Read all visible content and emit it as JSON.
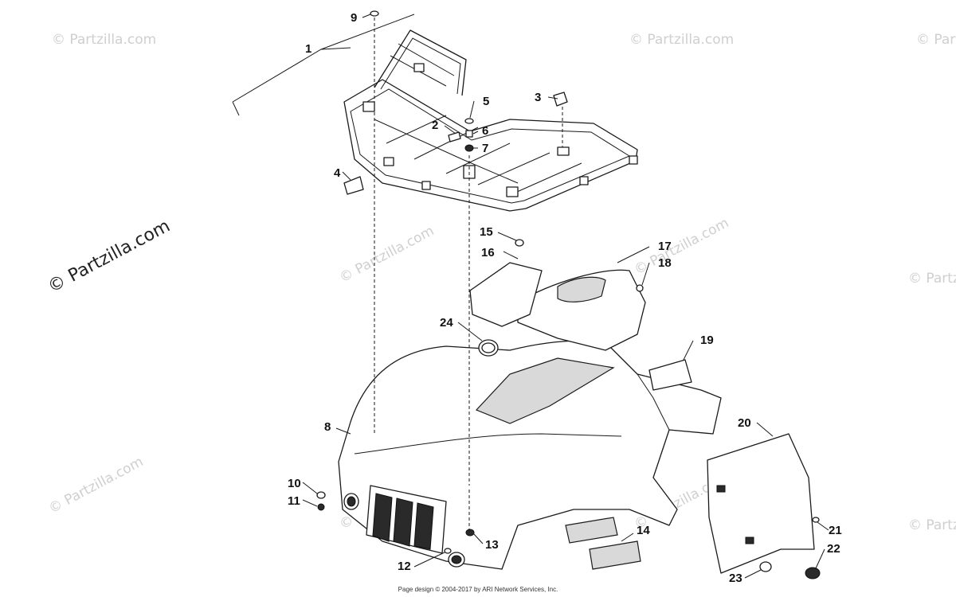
{
  "watermark": {
    "text": "© Partzilla.com"
  },
  "callouts": [
    "1",
    "2",
    "3",
    "4",
    "5",
    "6",
    "7",
    "8",
    "9",
    "10",
    "11",
    "12",
    "13",
    "14",
    "15",
    "16",
    "17",
    "18",
    "19",
    "20",
    "21",
    "22",
    "23",
    "24"
  ],
  "footer": {
    "credit": "Page design © 2004-2017 by ARI Network Services, Inc."
  }
}
